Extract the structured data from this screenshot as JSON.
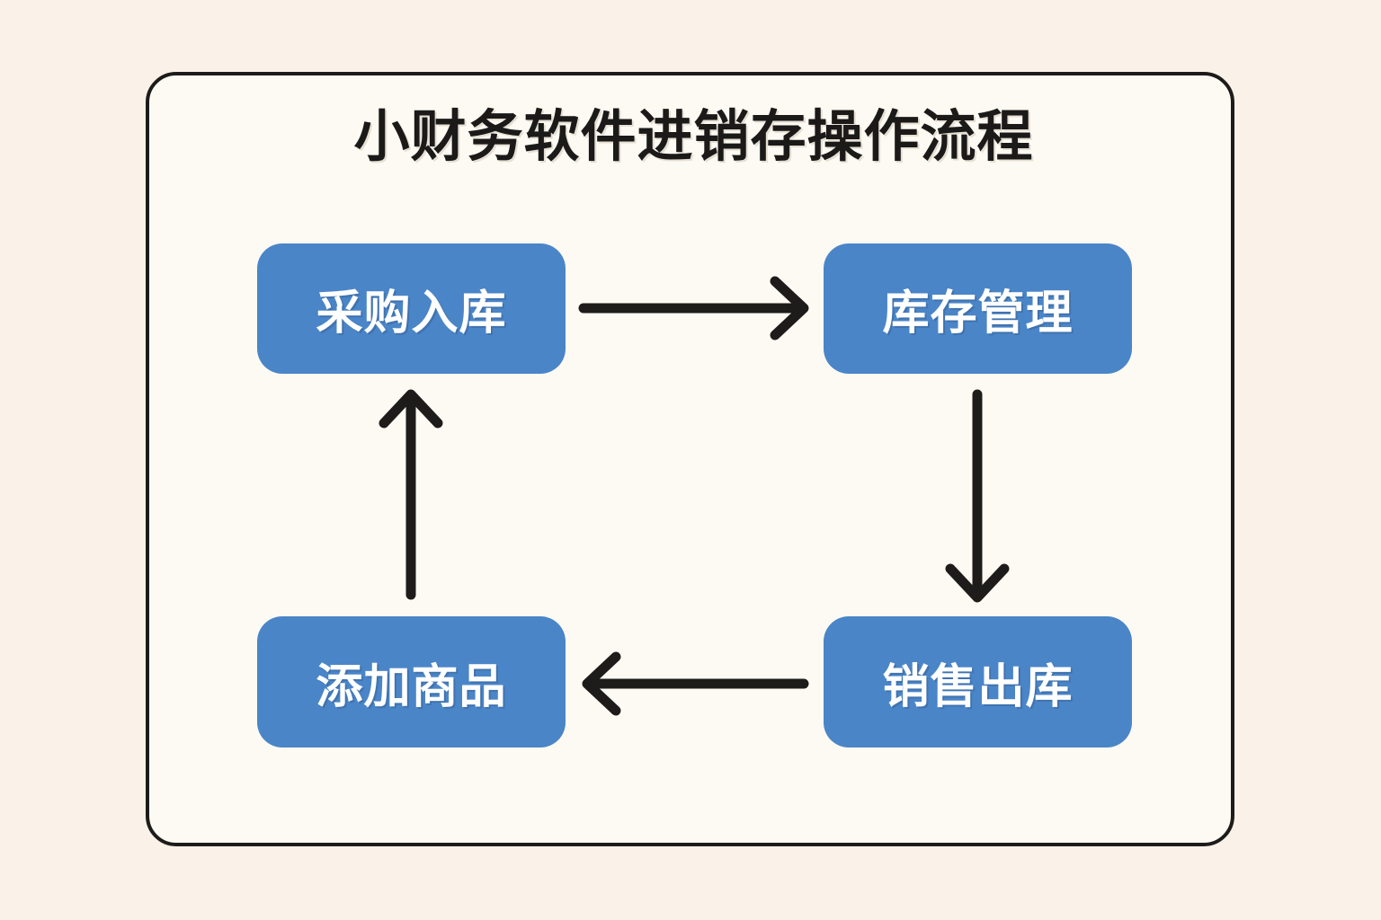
{
  "diagram": {
    "title": "小财务软件进销存操作流程",
    "background_color": "#faf2e8",
    "panel_color": "#fdfaf3",
    "border_color": "#1d1c1b",
    "node_color": "#4a85c8",
    "node_text_color": "#ffffff",
    "arrow_color": "#1d1c1b",
    "nodes": [
      {
        "id": "purchase-inbound",
        "label": "采购入库",
        "position": "top-left"
      },
      {
        "id": "inventory-management",
        "label": "库存管理",
        "position": "top-right"
      },
      {
        "id": "add-product",
        "label": "添加商品",
        "position": "bottom-left"
      },
      {
        "id": "sales-outbound",
        "label": "销售出库",
        "position": "bottom-right"
      }
    ],
    "edges": [
      {
        "id": "edge-purchase-to-inventory",
        "from": "采购入库",
        "to": "库存管理",
        "direction": "right"
      },
      {
        "id": "edge-inventory-to-sales",
        "from": "库存管理",
        "to": "销售出库",
        "direction": "down"
      },
      {
        "id": "edge-sales-to-add-product",
        "from": "销售出库",
        "to": "添加商品",
        "direction": "left"
      },
      {
        "id": "edge-add-product-to-purchase",
        "from": "添加商品",
        "to": "采购入库",
        "direction": "up"
      }
    ]
  }
}
